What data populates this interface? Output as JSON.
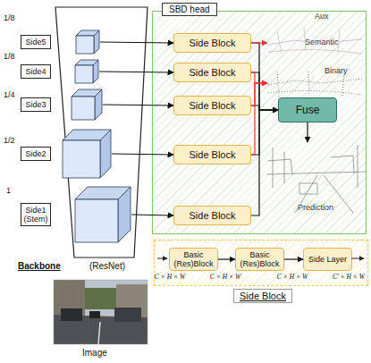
{
  "diagram": {
    "nodes": [
      {
        "text": [
          "Backbone",
          "(ResNet)"
        ]
      },
      {
        "text": [
          "Side5"
        ],
        "in": 0
      },
      {
        "text": [
          "Side4"
        ],
        "in": 0
      },
      {
        "text": [
          "Side3"
        ],
        "in": 0
      },
      {
        "text": [
          "Side2"
        ],
        "in": 0
      },
      {
        "text": [
          "Side1 (Stem)"
        ],
        "in": 0
      },
      {
        "text": [
          "SBD head"
        ]
      },
      {
        "text": [
          "Side Block"
        ],
        "in": 6
      },
      {
        "text": [
          "Side Block"
        ],
        "in": 6
      },
      {
        "text": [
          "Side Block"
        ],
        "in": 6
      },
      {
        "text": [
          "Side Block"
        ],
        "in": 6
      },
      {
        "text": [
          "Side Block"
        ],
        "in": 6
      },
      {
        "text": [
          "Fuse"
        ],
        "in": 6
      },
      {
        "text": [
          "Semantic"
        ],
        "in": 6
      },
      {
        "text": [
          "Binary"
        ],
        "in": 6
      },
      {
        "text": [
          "Prediction"
        ],
        "in": 6
      },
      {
        "text": [
          "Side Block"
        ]
      },
      {
        "text": [
          "Basic (Res)Block"
        ],
        "in": 16
      },
      {
        "text": [
          "Basic (Res)Block"
        ],
        "in": 16
      },
      {
        "text": [
          "Side Layer"
        ],
        "in": 16
      }
    ],
    "edges": [
      {
        "from": 1,
        "to": 7,
        "arrow": "to"
      },
      {
        "from": 2,
        "to": 8,
        "arrow": "to"
      },
      {
        "from": 3,
        "to": 9,
        "arrow": "to"
      },
      {
        "from": 4,
        "to": 10,
        "arrow": "to"
      },
      {
        "from": 5,
        "to": 11,
        "arrow": "to"
      },
      {
        "from": 7,
        "to": 12,
        "arrow": "to"
      },
      {
        "from": 8,
        "to": 12,
        "arrow": "to"
      },
      {
        "from": 9,
        "to": 12,
        "arrow": "to"
      },
      {
        "from": 10,
        "to": 12,
        "arrow": "to"
      },
      {
        "from": 11,
        "to": 12,
        "arrow": "to"
      },
      {
        "from": 7,
        "to": 13,
        "arrow": "to"
      },
      {
        "from": 8,
        "to": 14,
        "arrow": "to"
      },
      {
        "from": 9,
        "to": 14,
        "arrow": "to"
      },
      {
        "from": 10,
        "to": 14,
        "arrow": "to"
      },
      {
        "from": 12,
        "to": 15,
        "arrow": "to"
      },
      {
        "from": 17,
        "to": 18,
        "arrow": "to"
      },
      {
        "from": 18,
        "to": 19,
        "arrow": "to"
      }
    ],
    "labels": [
      "1/8",
      "1/8",
      "1/4",
      "1/2",
      "1",
      "Aux",
      "Image",
      "C × H × W",
      "C × H × W",
      "C × H × W",
      "C' × H × W"
    ]
  }
}
